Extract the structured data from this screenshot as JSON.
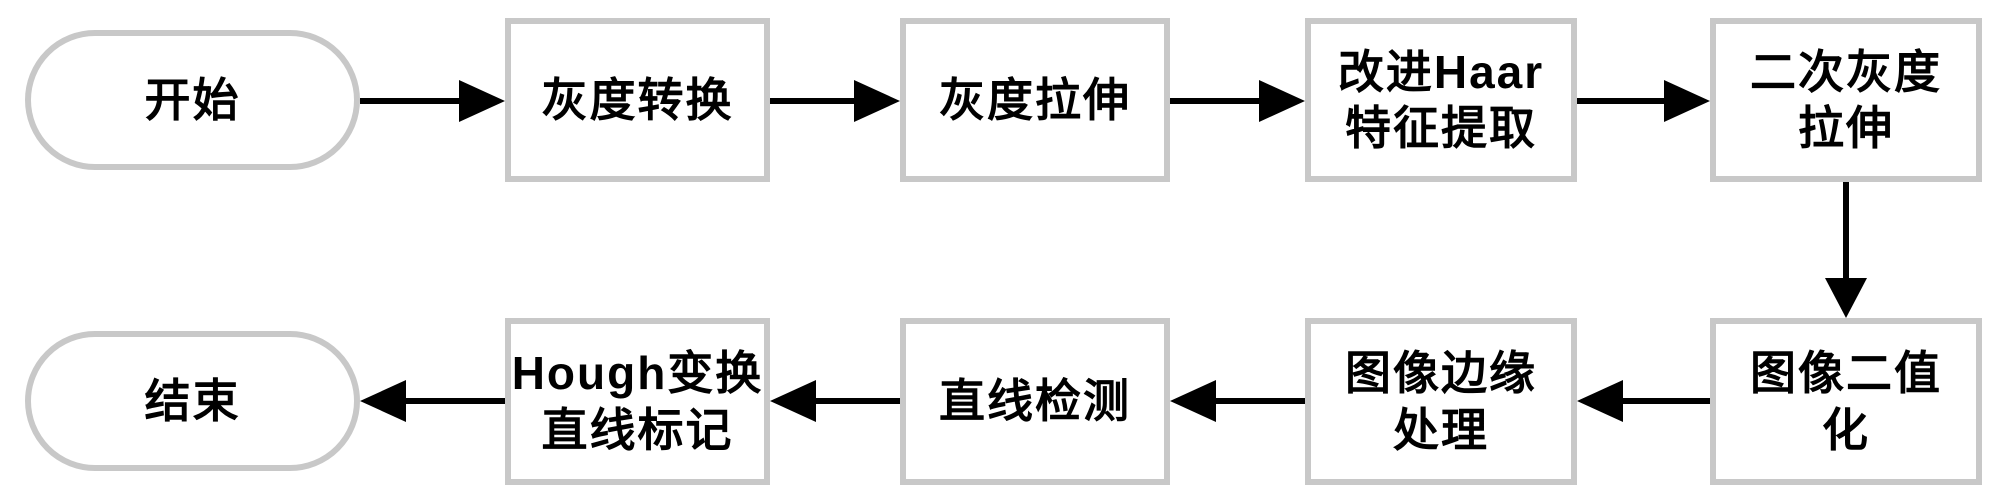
{
  "diagram": {
    "title": "image processing pipeline flowchart",
    "background_color": "#ffffff",
    "node_border_color": "#c8c8c8",
    "node_fill_color": "#ffffff",
    "arrow_color": "#000000",
    "text_color": "#000000"
  },
  "nodes": [
    {
      "id": "start",
      "shape": "stadium",
      "lines": [
        "开始"
      ]
    },
    {
      "id": "grayscale-conversion",
      "shape": "rect",
      "lines": [
        "灰度转换"
      ]
    },
    {
      "id": "grayscale-stretch",
      "shape": "rect",
      "lines": [
        "灰度拉伸"
      ]
    },
    {
      "id": "improved-haar-feature-extraction",
      "shape": "rect",
      "lines": [
        "改进Haar",
        "特征提取"
      ]
    },
    {
      "id": "secondary-grayscale-stretch",
      "shape": "rect",
      "lines": [
        "二次灰度",
        "拉伸"
      ]
    },
    {
      "id": "image-binarization",
      "shape": "rect",
      "lines": [
        "图像二值",
        "化"
      ]
    },
    {
      "id": "image-edge-processing",
      "shape": "rect",
      "lines": [
        "图像边缘",
        "处理"
      ]
    },
    {
      "id": "line-detection",
      "shape": "rect",
      "lines": [
        "直线检测"
      ]
    },
    {
      "id": "hough-transform-line-marking",
      "shape": "rect",
      "lines": [
        "Hough变换",
        "直线标记"
      ]
    },
    {
      "id": "end",
      "shape": "stadium",
      "lines": [
        "结束"
      ]
    }
  ],
  "edges": [
    {
      "from": "start",
      "to": "grayscale-conversion",
      "direction": "right"
    },
    {
      "from": "grayscale-conversion",
      "to": "grayscale-stretch",
      "direction": "right"
    },
    {
      "from": "grayscale-stretch",
      "to": "improved-haar-feature-extraction",
      "direction": "right"
    },
    {
      "from": "improved-haar-feature-extraction",
      "to": "secondary-grayscale-stretch",
      "direction": "right"
    },
    {
      "from": "secondary-grayscale-stretch",
      "to": "image-binarization",
      "direction": "down"
    },
    {
      "from": "image-binarization",
      "to": "image-edge-processing",
      "direction": "left"
    },
    {
      "from": "image-edge-processing",
      "to": "line-detection",
      "direction": "left"
    },
    {
      "from": "line-detection",
      "to": "hough-transform-line-marking",
      "direction": "left"
    },
    {
      "from": "hough-transform-line-marking",
      "to": "end",
      "direction": "left"
    }
  ]
}
